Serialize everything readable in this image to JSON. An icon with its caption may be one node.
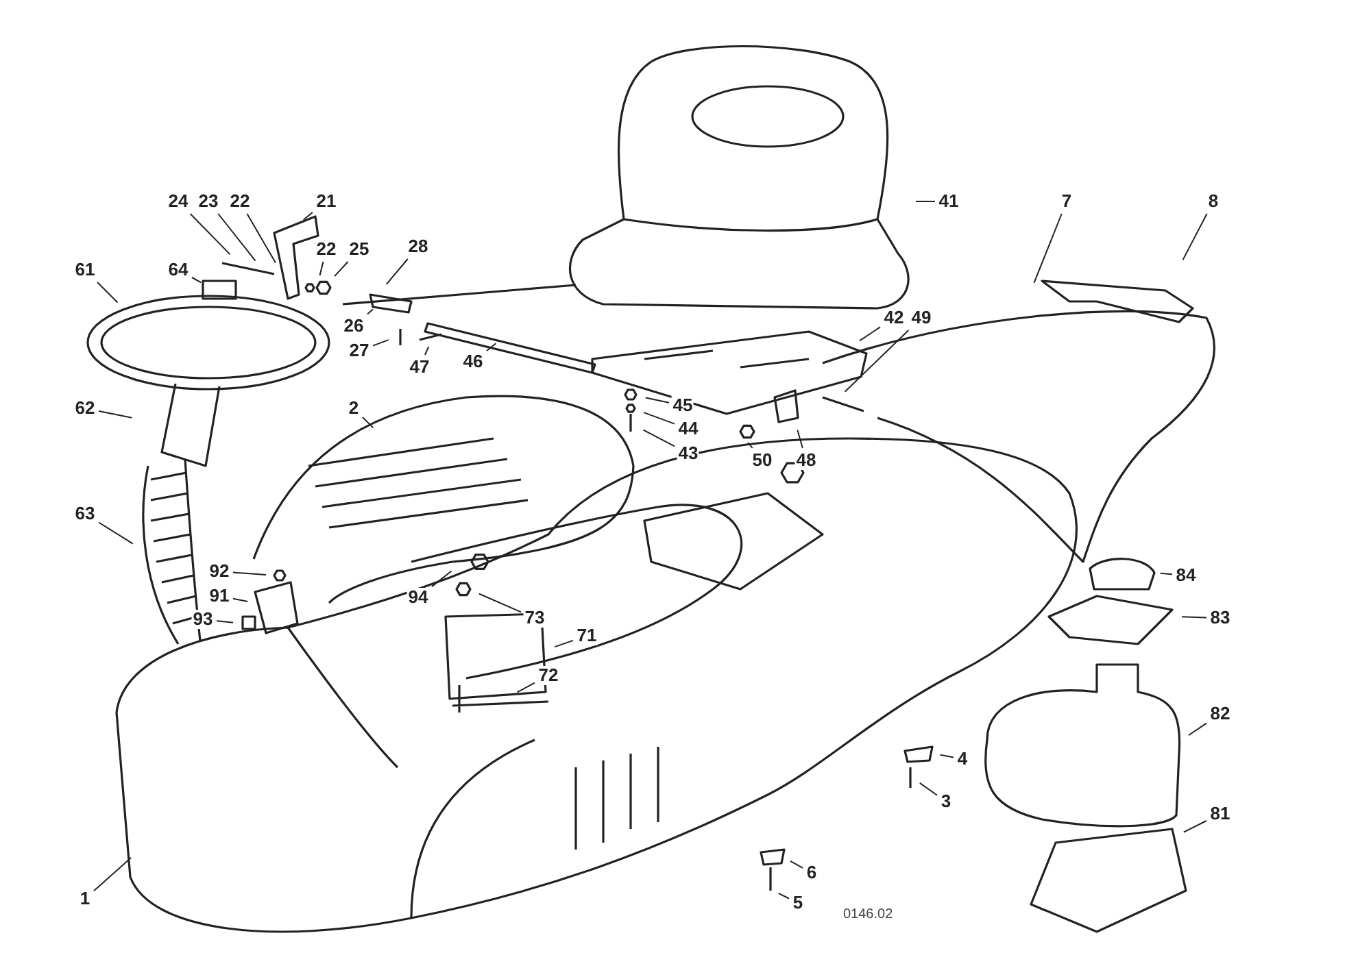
{
  "diagram": {
    "nodes": [
      {
        "text": [
          "24"
        ]
      },
      {
        "text": [
          "23"
        ]
      },
      {
        "text": [
          "22"
        ]
      },
      {
        "text": [
          "21"
        ]
      },
      {
        "text": [
          "41"
        ]
      },
      {
        "text": [
          "7"
        ]
      },
      {
        "text": [
          "8"
        ]
      },
      {
        "text": [
          "22"
        ]
      },
      {
        "text": [
          "25"
        ]
      },
      {
        "text": [
          "28"
        ]
      },
      {
        "text": [
          "64"
        ]
      },
      {
        "text": [
          "61"
        ]
      },
      {
        "text": [
          "26"
        ]
      },
      {
        "text": [
          "42"
        ]
      },
      {
        "text": [
          "49"
        ]
      },
      {
        "text": [
          "27"
        ]
      },
      {
        "text": [
          "47"
        ]
      },
      {
        "text": [
          "46"
        ]
      },
      {
        "text": [
          "62"
        ]
      },
      {
        "text": [
          "2"
        ]
      },
      {
        "text": [
          "45"
        ]
      },
      {
        "text": [
          "44"
        ]
      },
      {
        "text": [
          "43"
        ]
      },
      {
        "text": [
          "50"
        ]
      },
      {
        "text": [
          "48"
        ]
      },
      {
        "text": [
          "63"
        ]
      },
      {
        "text": [
          "92"
        ]
      },
      {
        "text": [
          "84"
        ]
      },
      {
        "text": [
          "91"
        ]
      },
      {
        "text": [
          "94"
        ]
      },
      {
        "text": [
          "83"
        ]
      },
      {
        "text": [
          "73"
        ]
      },
      {
        "text": [
          "93"
        ]
      },
      {
        "text": [
          "71"
        ]
      },
      {
        "text": [
          "72"
        ]
      },
      {
        "text": [
          "82"
        ]
      },
      {
        "text": [
          "4"
        ]
      },
      {
        "text": [
          "3"
        ]
      },
      {
        "text": [
          "81"
        ]
      },
      {
        "text": [
          "6"
        ]
      },
      {
        "text": [
          "5"
        ]
      },
      {
        "text": [
          "1"
        ]
      }
    ],
    "edges": [
      {
        "from": 0,
        "to": null,
        "arrow": "none"
      },
      {
        "from": 1,
        "to": null,
        "arrow": "none"
      },
      {
        "from": 2,
        "to": null,
        "arrow": "none"
      },
      {
        "from": 3,
        "to": null,
        "arrow": "none"
      },
      {
        "from": 4,
        "to": null,
        "arrow": "none"
      },
      {
        "from": 5,
        "to": null,
        "arrow": "none"
      },
      {
        "from": 6,
        "to": null,
        "arrow": "none"
      },
      {
        "from": 7,
        "to": null,
        "arrow": "none"
      },
      {
        "from": 8,
        "to": null,
        "arrow": "none"
      },
      {
        "from": 9,
        "to": null,
        "arrow": "none"
      },
      {
        "from": 10,
        "to": null,
        "arrow": "none"
      },
      {
        "from": 11,
        "to": null,
        "arrow": "none"
      },
      {
        "from": 12,
        "to": null,
        "arrow": "none"
      },
      {
        "from": 13,
        "to": null,
        "arrow": "none"
      },
      {
        "from": 14,
        "to": null,
        "arrow": "none"
      },
      {
        "from": 15,
        "to": null,
        "arrow": "none"
      },
      {
        "from": 16,
        "to": null,
        "arrow": "none"
      },
      {
        "from": 17,
        "to": null,
        "arrow": "none"
      },
      {
        "from": 18,
        "to": null,
        "arrow": "none"
      },
      {
        "from": 19,
        "to": null,
        "arrow": "none"
      },
      {
        "from": 20,
        "to": null,
        "arrow": "none"
      },
      {
        "from": 21,
        "to": null,
        "arrow": "none"
      },
      {
        "from": 22,
        "to": null,
        "arrow": "none"
      },
      {
        "from": 23,
        "to": null,
        "arrow": "none"
      },
      {
        "from": 24,
        "to": null,
        "arrow": "none"
      },
      {
        "from": 25,
        "to": null,
        "arrow": "none"
      },
      {
        "from": 26,
        "to": null,
        "arrow": "none"
      },
      {
        "from": 27,
        "to": null,
        "arrow": "none"
      },
      {
        "from": 28,
        "to": null,
        "arrow": "none"
      },
      {
        "from": 29,
        "to": null,
        "arrow": "none"
      },
      {
        "from": 30,
        "to": null,
        "arrow": "none"
      },
      {
        "from": 31,
        "to": null,
        "arrow": "none"
      },
      {
        "from": 32,
        "to": null,
        "arrow": "none"
      },
      {
        "from": 33,
        "to": null,
        "arrow": "none"
      },
      {
        "from": 34,
        "to": null,
        "arrow": "none"
      },
      {
        "from": 35,
        "to": null,
        "arrow": "none"
      },
      {
        "from": 36,
        "to": null,
        "arrow": "none"
      },
      {
        "from": 37,
        "to": null,
        "arrow": "none"
      },
      {
        "from": 38,
        "to": null,
        "arrow": "none"
      },
      {
        "from": 39,
        "to": null,
        "arrow": "none"
      },
      {
        "from": 40,
        "to": null,
        "arrow": "none"
      },
      {
        "from": 41,
        "to": null,
        "arrow": "none"
      }
    ],
    "labels": [
      "0146.02"
    ]
  }
}
